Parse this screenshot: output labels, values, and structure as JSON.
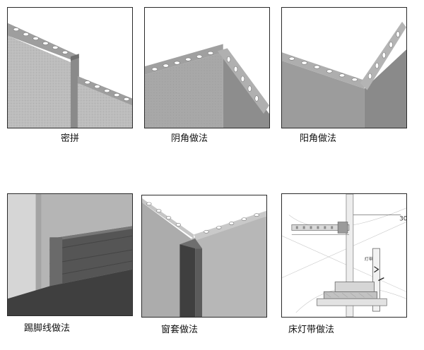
{
  "panels": [
    {
      "caption": "密拼",
      "icon": "tight-seam-joint-illustration"
    },
    {
      "caption": "阴角做法",
      "icon": "inside-corner-joint-illustration"
    },
    {
      "caption": "阳角做法",
      "icon": "outside-corner-joint-illustration"
    },
    {
      "caption": "踢脚线做法",
      "icon": "skirting-board-joint-illustration"
    },
    {
      "caption": "窗套做法",
      "icon": "window-casing-joint-illustration"
    },
    {
      "caption": "床灯带做法",
      "icon": "bed-light-strip-section-illustration"
    }
  ],
  "drawing_labels": {
    "dimension": "30",
    "small_note": "灯带"
  },
  "colors": {
    "border": "#2a2a2a",
    "panel_face": "#b9b9b9",
    "panel_dark": "#8f8f8f",
    "trim_dark": "#4a4a4a"
  }
}
